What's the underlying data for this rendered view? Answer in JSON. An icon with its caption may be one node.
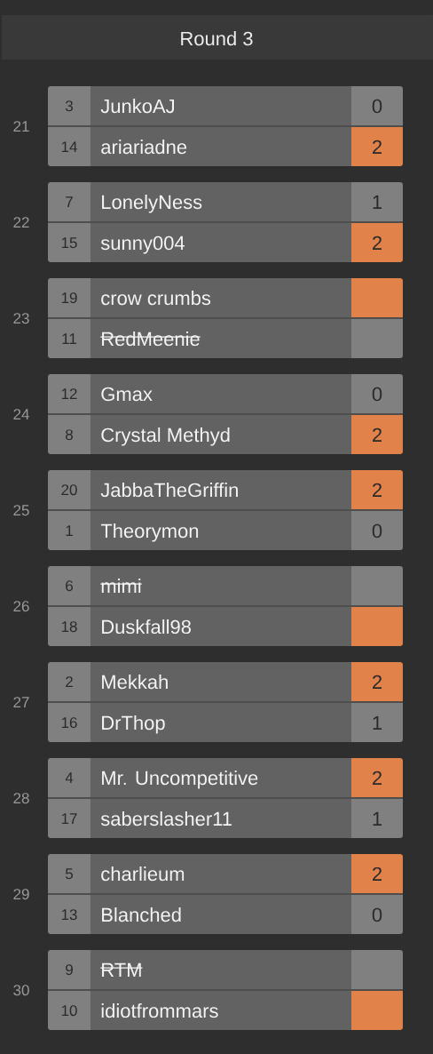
{
  "diagram": {
    "title": "Round 3",
    "nodes": [
      {
        "text": [],
        "shape": "box",
        "beside": [
          "21"
        ]
      },
      {
        "text": [
          "3",
          "JunkoAJ",
          "0"
        ],
        "in": 0
      },
      {
        "text": [
          "14",
          "ariariadne",
          "2"
        ],
        "in": 0
      },
      {
        "text": [],
        "shape": "box",
        "beside": [
          "22"
        ]
      },
      {
        "text": [
          "7",
          "LonelyNess",
          "1"
        ],
        "in": 3
      },
      {
        "text": [
          "15",
          "sunny004",
          "2"
        ],
        "in": 3
      },
      {
        "text": [],
        "shape": "box",
        "beside": [
          "23"
        ]
      },
      {
        "text": [
          "19",
          "crow crumbs"
        ],
        "in": 6
      },
      {
        "text": [
          "11",
          "RedMeenie"
        ],
        "in": 6
      },
      {
        "text": [],
        "shape": "box",
        "beside": [
          "24"
        ]
      },
      {
        "text": [
          "12",
          "Gmax",
          "0"
        ],
        "in": 9
      },
      {
        "text": [
          "8",
          "Crystal Methyd",
          "2"
        ],
        "in": 9
      },
      {
        "text": [],
        "shape": "box",
        "beside": [
          "25"
        ]
      },
      {
        "text": [
          "20",
          "JabbaTheGriffin",
          "2"
        ],
        "in": 12
      },
      {
        "text": [
          "1",
          "Theorymon",
          "0"
        ],
        "in": 12
      },
      {
        "text": [],
        "shape": "box",
        "beside": [
          "26"
        ]
      },
      {
        "text": [
          "6",
          "mimi"
        ],
        "in": 15
      },
      {
        "text": [
          "18",
          "Duskfall98"
        ],
        "in": 15
      },
      {
        "text": [],
        "shape": "box",
        "beside": [
          "27"
        ]
      },
      {
        "text": [
          "2",
          "Mekkah",
          "2"
        ],
        "in": 18
      },
      {
        "text": [
          "16",
          "DrThop",
          "1"
        ],
        "in": 18
      },
      {
        "text": [],
        "shape": "box",
        "beside": [
          "28"
        ]
      },
      {
        "text": [
          "4",
          "Mr. Uncompetitive",
          "2"
        ],
        "in": 21
      },
      {
        "text": [
          "17",
          "saberslasher11",
          "1"
        ],
        "in": 21
      },
      {
        "text": [],
        "shape": "box",
        "beside": [
          "29"
        ]
      },
      {
        "text": [
          "5",
          "charlieum",
          "2"
        ],
        "in": 24
      },
      {
        "text": [
          "13",
          "Blanched",
          "0"
        ],
        "in": 24
      },
      {
        "text": [],
        "shape": "box",
        "beside": [
          "30"
        ]
      },
      {
        "text": [
          "9",
          "RTM"
        ],
        "in": 27
      },
      {
        "text": [
          "10",
          "idiotfrommars"
        ],
        "in": 27
      }
    ]
  }
}
